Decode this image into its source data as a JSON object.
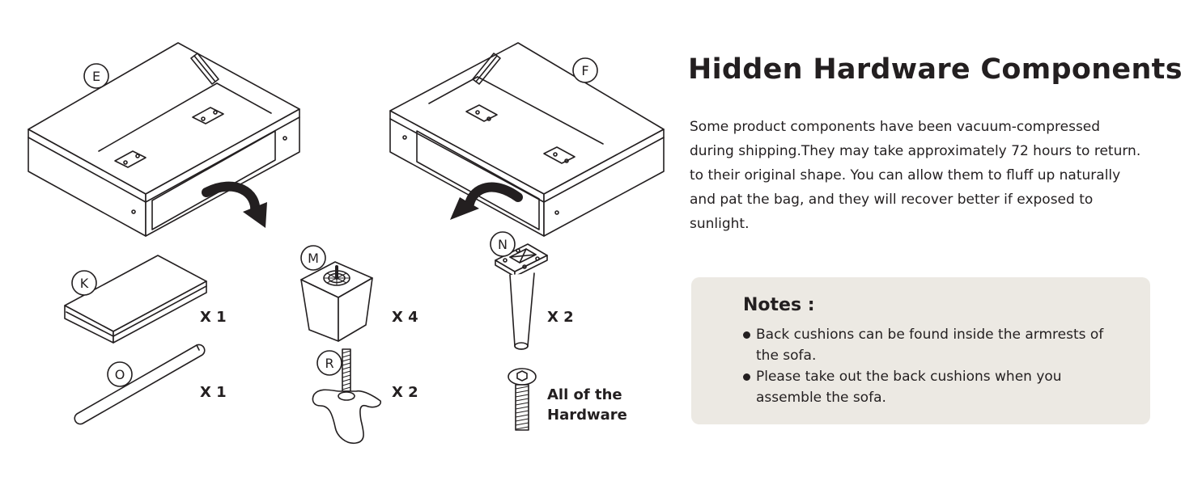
{
  "heading": "Hidden Hardware Components",
  "description": "Some product components have been vacuum-compressed during shipping.They may take approximately 72 hours to return. to their original shape. You can allow them to fluff up naturally and pat the bag, and they will recover better if exposed to sunlight.",
  "notes": {
    "title": "Notes :",
    "items": [
      "Back cushions can be found inside the armrests of the sofa.",
      "Please take out the back cushions when you assemble the sofa."
    ]
  },
  "parts": {
    "E": {
      "label": "E"
    },
    "F": {
      "label": "F"
    },
    "K": {
      "label": "K",
      "qty": "X 1"
    },
    "O": {
      "label": "O",
      "qty": "X 1"
    },
    "M": {
      "label": "M",
      "qty": "X 4"
    },
    "R": {
      "label": "R",
      "qty": "X 2"
    },
    "N": {
      "label": "N",
      "qty": "X 2"
    },
    "hardware": {
      "line1": "All of the",
      "line2": "Hardware"
    }
  }
}
